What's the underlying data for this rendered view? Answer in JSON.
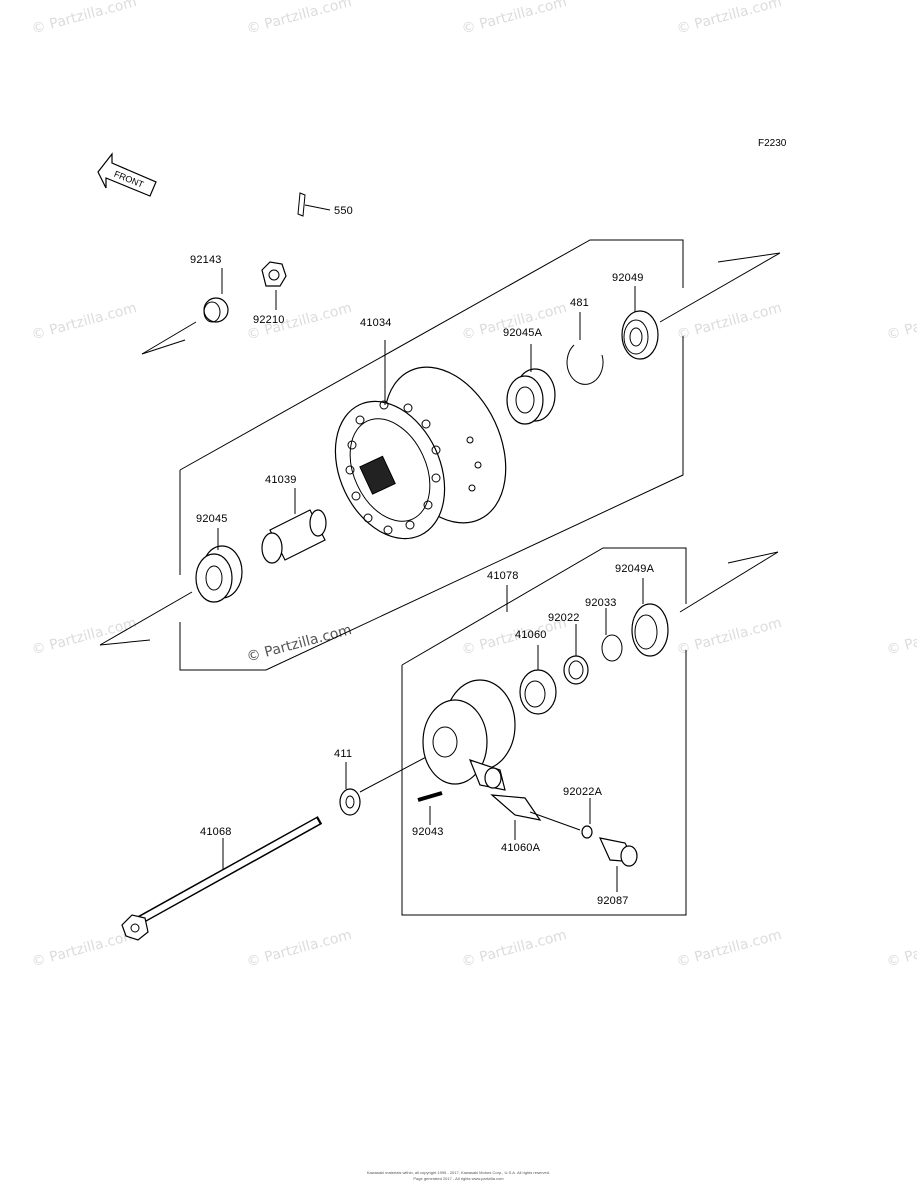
{
  "diagram_code": "F2230",
  "front_label": "FRONT",
  "watermark": "© Partzilla.com",
  "parts": {
    "p550": "550",
    "p92143": "92143",
    "p92210": "92210",
    "p41034": "41034",
    "p92049": "92049",
    "p481": "481",
    "p92045A": "92045A",
    "p41039": "41039",
    "p92045": "92045",
    "p41078": "41078",
    "p92049A": "92049A",
    "p92033": "92033",
    "p92022": "92022",
    "p41060": "41060",
    "p411": "411",
    "p41068": "41068",
    "p92043": "92043",
    "p41060A": "41060A",
    "p92022A": "92022A",
    "p92087": "92087"
  },
  "footer": {
    "line1": "Kawasaki materials within, all copyright 1995 - 2017, Kawasaki Motors Corp., U.S.A. All rights reserved.",
    "line2": "Page generated 2017 - All rights www.partzilla.com"
  }
}
